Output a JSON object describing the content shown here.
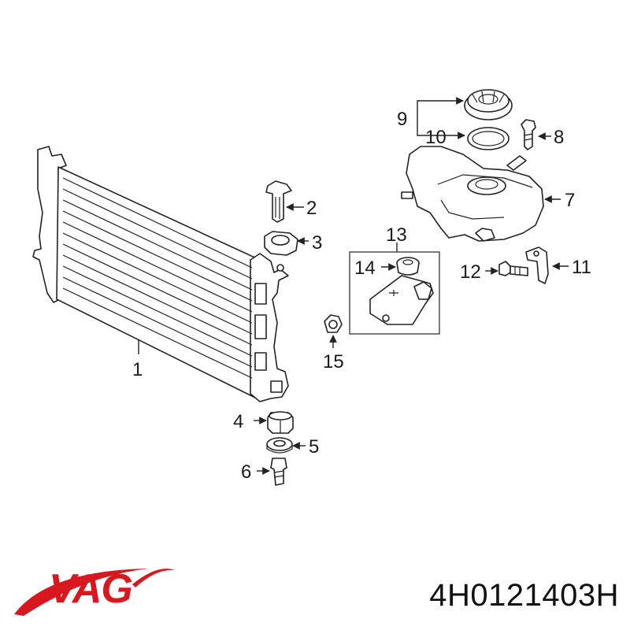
{
  "brand": {
    "name": "VAG",
    "color": "#d8171f"
  },
  "part_number": "4H0121403H",
  "callouts": [
    "1",
    "2",
    "3",
    "4",
    "5",
    "6",
    "7",
    "8",
    "9",
    "10",
    "11",
    "12",
    "13",
    "14",
    "15"
  ]
}
